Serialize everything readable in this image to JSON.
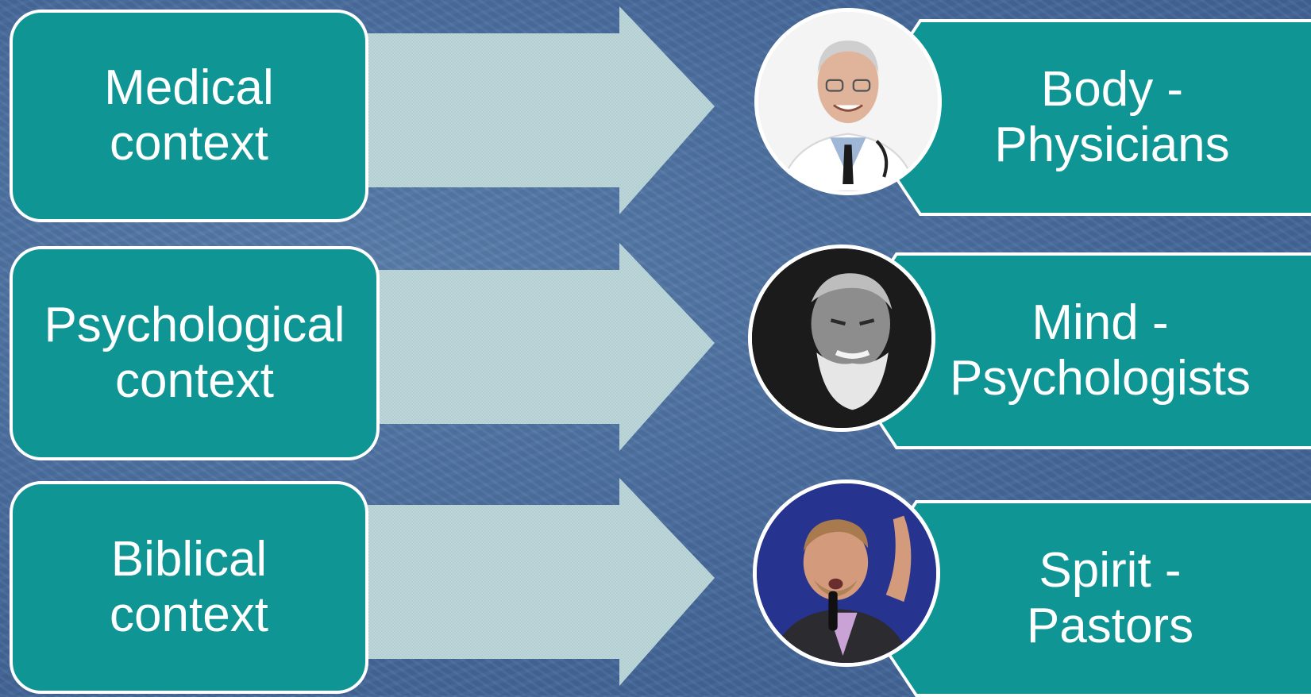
{
  "rows": [
    {
      "context": {
        "line1": "Medical",
        "line2": "context"
      },
      "result": {
        "line1": "Body -",
        "line2": "Physicians"
      },
      "portrait_icon": "doctor-portrait-icon"
    },
    {
      "context": {
        "line1": "Psychological",
        "line2": "context"
      },
      "result": {
        "line1": "Mind -",
        "line2": "Psychologists"
      },
      "portrait_icon": "psychologist-portrait-icon"
    },
    {
      "context": {
        "line1": "Biblical",
        "line2": "context"
      },
      "result": {
        "line1": "Spirit -",
        "line2": "Pastors"
      },
      "portrait_icon": "pastor-portrait-icon"
    }
  ],
  "colors": {
    "box_fill": "#0e9594",
    "arrow_fill": "#b8d3d6",
    "background": "#4a6d9f",
    "border": "#ffffff"
  }
}
